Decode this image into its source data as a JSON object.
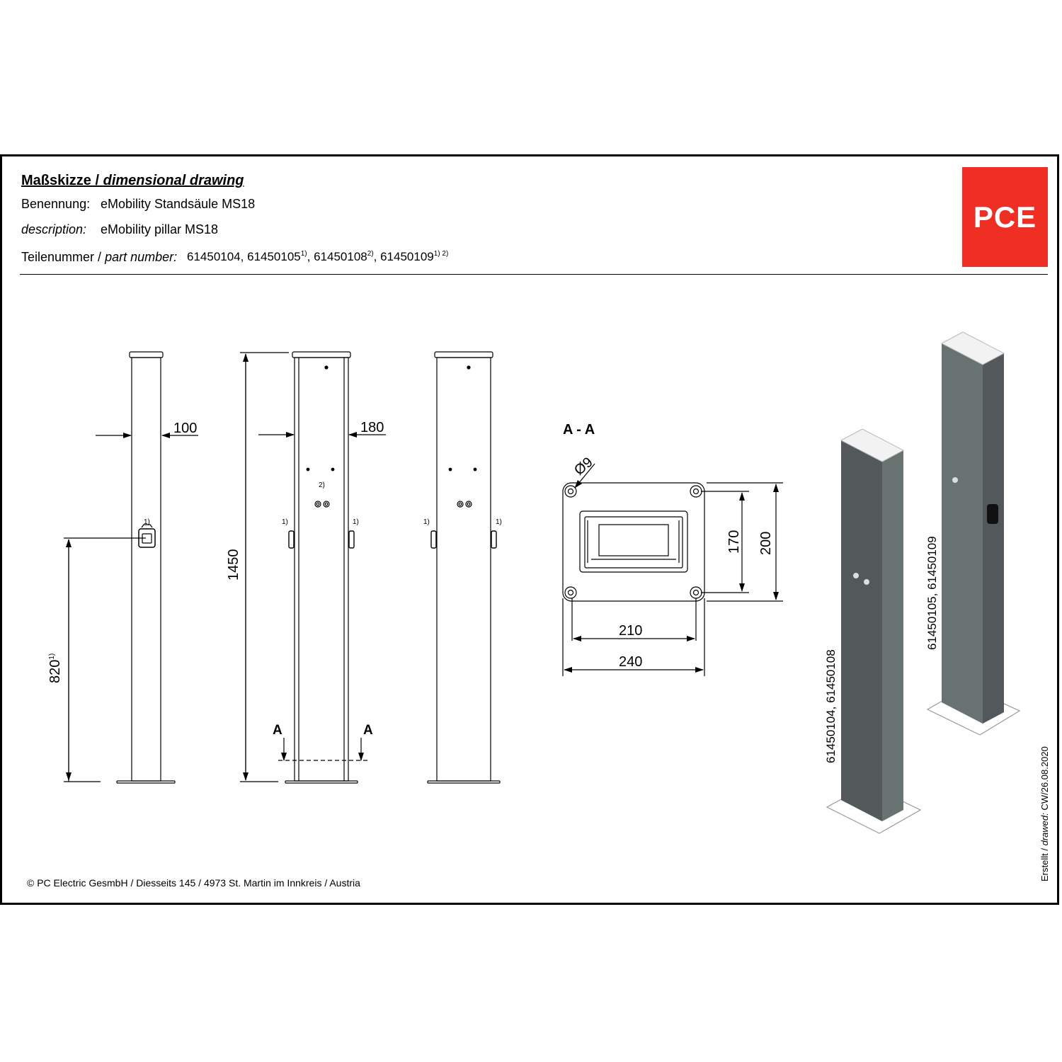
{
  "header": {
    "title_de": "Maßskizze /",
    "title_en": "dimensional drawing",
    "name_label": "Benennung:",
    "name_value": "eMobility Standsäule MS18",
    "desc_label": "description:",
    "desc_value": "eMobility pillar MS18",
    "part_label_de": "Teilenummer /",
    "part_label_en": "part number:",
    "parts": [
      {
        "number": "61450104,",
        "note": ""
      },
      {
        "number": "61450105",
        "note": "1)"
      },
      {
        "number": ",  61450108",
        "note": "2)"
      },
      {
        "number": ",   61450109",
        "note": "1) 2)"
      }
    ]
  },
  "logo": {
    "text": "PCE",
    "color": "#ef2e24"
  },
  "dimensions": {
    "width_single": "100",
    "width_double": "180",
    "height_total": "1450",
    "socket_height": "820",
    "socket_height_note": "1)",
    "hole_diameter": "Ø9",
    "inner_height": "170",
    "outer_height": "200",
    "inner_width": "210",
    "outer_width": "240"
  },
  "notes": {
    "note1": "1)",
    "note2": "2)"
  },
  "section": {
    "title": "A - A",
    "marker": "A"
  },
  "variants": {
    "left": "61450104, 61450108",
    "right": "61450105, 61450109"
  },
  "colors": {
    "pillar_dark": "#53595b",
    "pillar_light": "#687371",
    "top": "#f2f2f2"
  },
  "footer": {
    "copyright": "© PC Electric GesmbH / Diesseits 145 / 4973 St. Martin im Innkreis / Austria",
    "drawn_label_de": "Erstellt /",
    "drawn_label_en": "drawed:",
    "drawn_value": "CW/26.08.2020"
  }
}
